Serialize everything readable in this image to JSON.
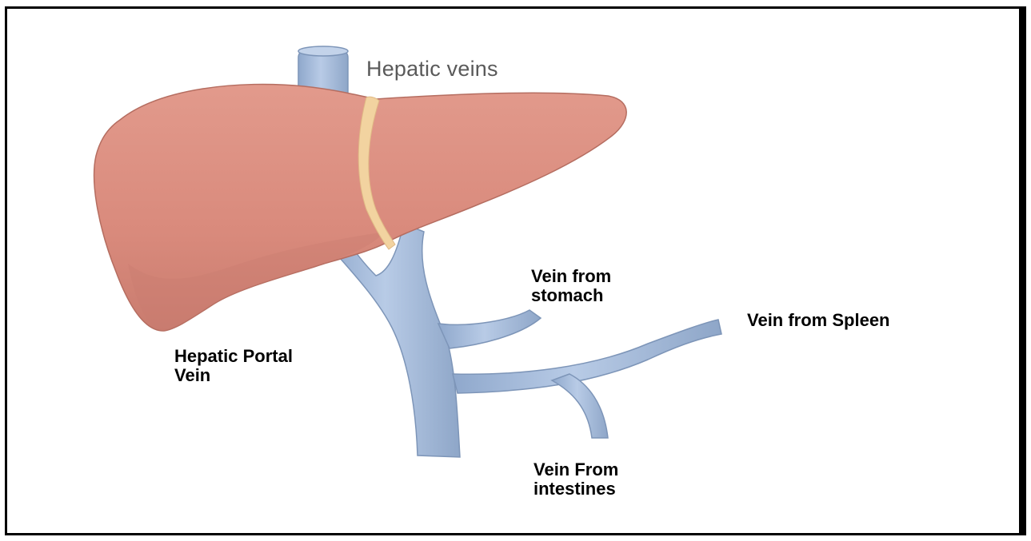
{
  "labels": {
    "hepatic_veins": "Hepatic veins",
    "vein_from_stomach_line1": "Vein from",
    "vein_from_stomach_line2": "stomach",
    "vein_from_spleen": "Vein from Spleen",
    "hepatic_portal_line1": "Hepatic Portal",
    "hepatic_portal_line2": "Vein",
    "vein_from_intestines_line1": "Vein From",
    "vein_from_intestines_line2": "intestines"
  },
  "colors": {
    "liver_fill": "#d98a7c",
    "liver_shadow": "#c4756a",
    "ligament": "#f2d3a0",
    "vein_fill": "#a9bfdc",
    "vein_stroke": "#7d95b8",
    "frame": "#000000"
  }
}
